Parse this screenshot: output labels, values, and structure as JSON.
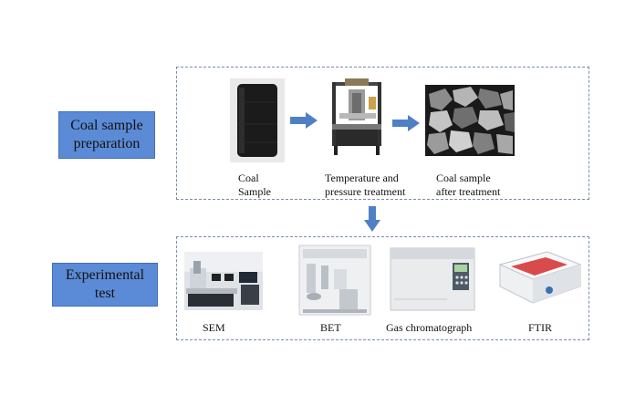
{
  "stages": {
    "preparation": {
      "label_line1": "Coal sample",
      "label_line2": "preparation",
      "items": [
        {
          "line1": "Coal",
          "line2": "Sample"
        },
        {
          "line1": "Temperature and",
          "line2": "pressure treatment"
        },
        {
          "line1": "Coal sample",
          "line2": "after treatment"
        }
      ]
    },
    "experimental": {
      "label_line1": "Experimental",
      "label_line2": "test",
      "items": [
        {
          "line1": "SEM"
        },
        {
          "line1": "BET"
        },
        {
          "line1": "Gas chromatograph"
        },
        {
          "line1": "FTIR"
        }
      ]
    }
  },
  "colors": {
    "stage_fill": "#5b8bd6",
    "arrow": "#4f80c6",
    "dash_border": "#7b8ea6"
  }
}
